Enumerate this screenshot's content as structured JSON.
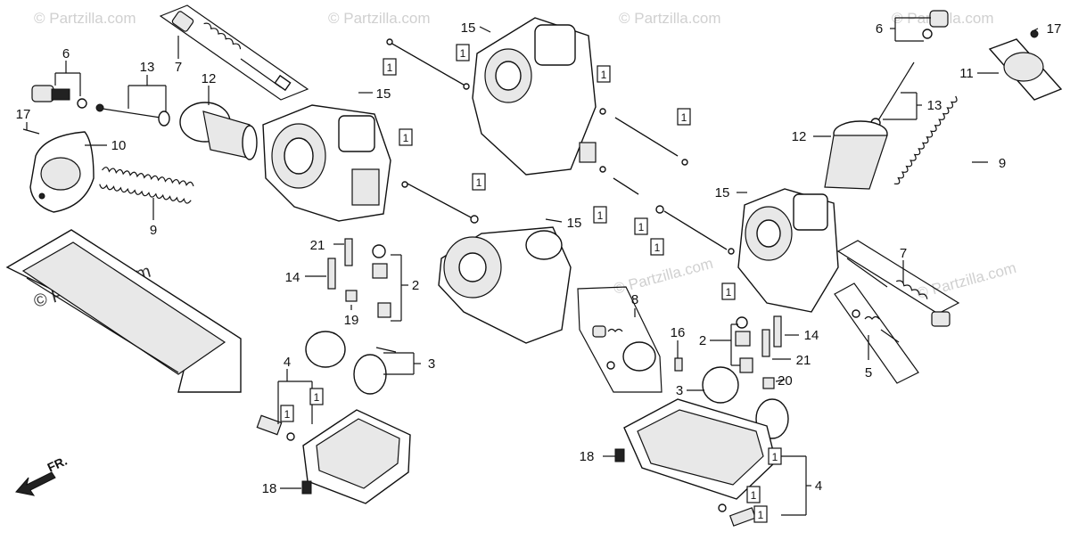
{
  "watermarks": {
    "corner": "© Partzilla.com",
    "main": "© Partzilla.com"
  },
  "orientation": {
    "label": "FR."
  },
  "ref_box": "1",
  "callouts": {
    "c1": "1",
    "c2": "2",
    "c3": "3",
    "c4": "4",
    "c5": "5",
    "c6": "6",
    "c7": "7",
    "c8": "8",
    "c9": "9",
    "c10": "10",
    "c11": "11",
    "c12": "12",
    "c13": "13",
    "c14": "14",
    "c15": "15",
    "c16": "16",
    "c17": "17",
    "c18": "18",
    "c19": "19",
    "c20": "20",
    "c21": "21"
  },
  "icons": {
    "arrow": "fr-arrow-icon"
  }
}
